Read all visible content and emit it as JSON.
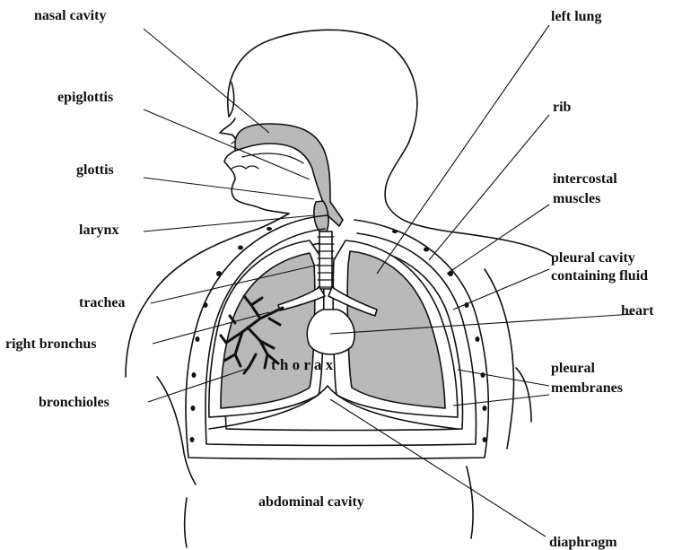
{
  "labels": {
    "nasal_cavity": "nasal cavity",
    "left_lung": "left lung",
    "epiglottis": "epiglottis",
    "rib": "rib",
    "glottis": "glottis",
    "intercostal_line1": "intercostal",
    "intercostal_line2": "muscles",
    "larynx": "larynx",
    "pleural_cavity_line1": "pleural cavity",
    "pleural_cavity_line2": "containing fluid",
    "trachea": "trachea",
    "heart": "heart",
    "right_bronchus": "right bronchus",
    "pleural_membranes_line1": "pleural",
    "pleural_membranes_line2": "membranes",
    "bronchioles": "bronchioles",
    "abdominal_cavity": "abdominal cavity",
    "diaphragm": "diaphragm",
    "thorax": "t h o r a x"
  },
  "colors": {
    "ink": "#111111",
    "lung_shade": "#b9b9b9",
    "background": "#ffffff"
  }
}
